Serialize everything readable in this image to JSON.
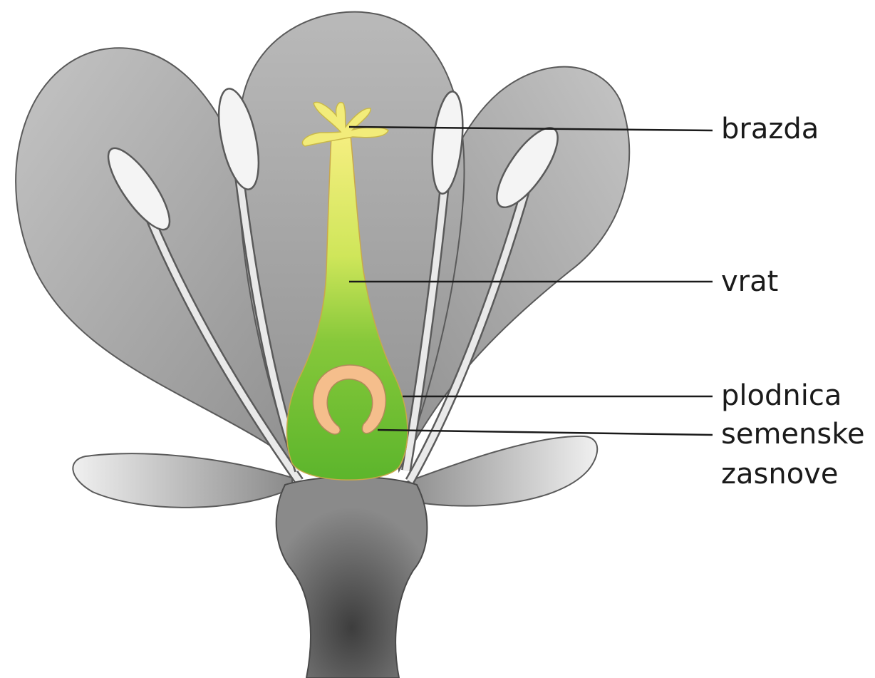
{
  "labels": {
    "stigma": "brazda",
    "style": "vrat",
    "ovary": "plodnica",
    "ovules_line1": "semenske",
    "ovules_line2": "zasnove"
  },
  "colors": {
    "petal": "#a6a6a6",
    "petal_light": "#d0d0d0",
    "receptacle": "#6e6e6e",
    "anther": "#f2f2f2",
    "stigma": "#f2ec7a",
    "style_top": "#d8ea5a",
    "ovary": "#5fb82e",
    "ovule": "#f5be8c",
    "line": "#1a1a1a"
  }
}
